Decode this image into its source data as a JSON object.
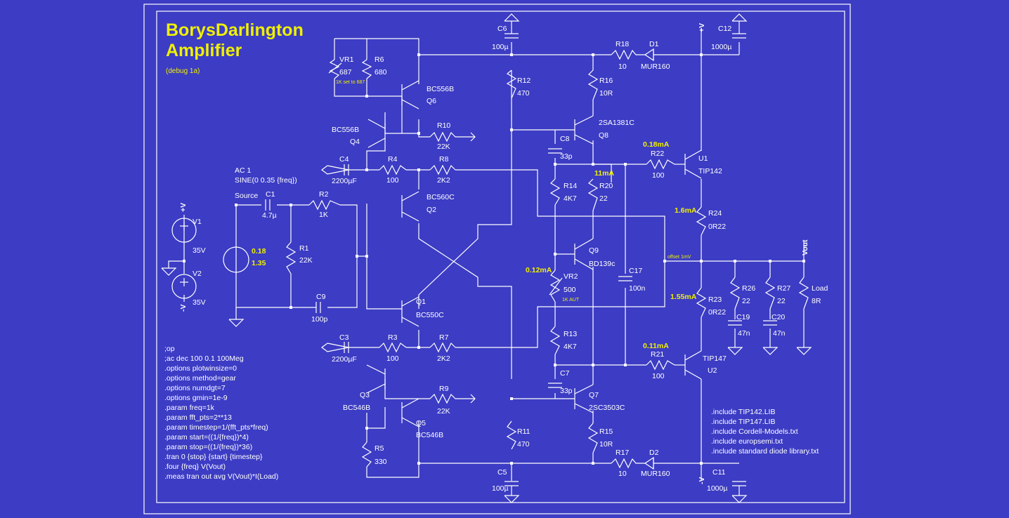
{
  "title_line1": "BorysDarlington",
  "title_line2": "Amplifier",
  "subtitle": "(debug 1a)",
  "source": {
    "name": "Source",
    "ac": "AC 1",
    "sine": "SINE(0 0.35 {freq})",
    "val1": "0.18",
    "val2": "1.35"
  },
  "supplies": [
    {
      "ref": "V1",
      "value": "35V",
      "net": "+V"
    },
    {
      "ref": "V2",
      "value": "35V",
      "net": "-V"
    }
  ],
  "nets": {
    "vout": "Vout",
    "vpos_top": "+V",
    "vneg_bot": "-V"
  },
  "resistors": [
    {
      "ref": "VR1",
      "value": "687"
    },
    {
      "ref": "R6",
      "value": "680"
    },
    {
      "ref": "R10",
      "value": "22K"
    },
    {
      "ref": "R4",
      "value": "100"
    },
    {
      "ref": "R8",
      "value": "2K2"
    },
    {
      "ref": "R2",
      "value": "1K"
    },
    {
      "ref": "R1",
      "value": "22K"
    },
    {
      "ref": "R12",
      "value": "470"
    },
    {
      "ref": "R16",
      "value": "10R"
    },
    {
      "ref": "R18",
      "value": "10"
    },
    {
      "ref": "R14",
      "value": "4K7"
    },
    {
      "ref": "R20",
      "value": "22"
    },
    {
      "ref": "R22",
      "value": "100"
    },
    {
      "ref": "R24",
      "value": "0R22"
    },
    {
      "ref": "VR2",
      "value": "500"
    },
    {
      "ref": "R13",
      "value": "4K7"
    },
    {
      "ref": "R23",
      "value": "0R22"
    },
    {
      "ref": "R26",
      "value": "22"
    },
    {
      "ref": "R27",
      "value": "22"
    },
    {
      "ref": "Load",
      "value": "8R"
    },
    {
      "ref": "R3",
      "value": "100"
    },
    {
      "ref": "R7",
      "value": "2K2"
    },
    {
      "ref": "R9",
      "value": "22K"
    },
    {
      "ref": "R5",
      "value": "330"
    },
    {
      "ref": "R11",
      "value": "470"
    },
    {
      "ref": "R15",
      "value": "10R"
    },
    {
      "ref": "R17",
      "value": "10"
    },
    {
      "ref": "R21",
      "value": "100"
    }
  ],
  "capacitors": [
    {
      "ref": "C6",
      "value": "100µ"
    },
    {
      "ref": "C12",
      "value": "1000µ"
    },
    {
      "ref": "C4",
      "value": "2200µF"
    },
    {
      "ref": "C1",
      "value": "4.7µ"
    },
    {
      "ref": "C8",
      "value": "33p"
    },
    {
      "ref": "C17",
      "value": "100n"
    },
    {
      "ref": "C9",
      "value": "100p"
    },
    {
      "ref": "C19",
      "value": "47n"
    },
    {
      "ref": "C20",
      "value": "47n"
    },
    {
      "ref": "C3",
      "value": "2200µF"
    },
    {
      "ref": "C7",
      "value": "33p"
    },
    {
      "ref": "C5",
      "value": "100µ"
    },
    {
      "ref": "C11",
      "value": "1000µ"
    }
  ],
  "transistors": [
    {
      "ref": "Q6",
      "part": "BC556B"
    },
    {
      "ref": "Q4",
      "part": "BC556B"
    },
    {
      "ref": "Q2",
      "part": "BC560C"
    },
    {
      "ref": "Q1",
      "part": "BC550C"
    },
    {
      "ref": "Q8",
      "part": "2SA1381C"
    },
    {
      "ref": "Q9",
      "part": "BD139c"
    },
    {
      "ref": "Q7",
      "part": "2SC3503C"
    },
    {
      "ref": "U1",
      "part": "TIP142"
    },
    {
      "ref": "U2",
      "part": "TIP147"
    },
    {
      "ref": "Q3",
      "part": "BC546B"
    },
    {
      "ref": "Q5",
      "part": "BC546B"
    }
  ],
  "diodes": [
    {
      "ref": "D1",
      "part": "MUR160"
    },
    {
      "ref": "D2",
      "part": "MUR160"
    }
  ],
  "annotations": {
    "vr1_note": "1K set to 687",
    "vr2_note": "1K AUT",
    "offset": "offset 1mV",
    "i_q8": "0.18mA",
    "i_r20": "11mA",
    "i_r24": "1.6mA",
    "i_vr2": "0.12mA",
    "i_r23": "1.55mA",
    "i_q7": "0.11mA"
  },
  "spice_directives": [
    ";op",
    ";ac dec 100 0.1 100Meg",
    ".options plotwinsize=0",
    ".options method=gear",
    ".options numdgt=7",
    ".options gmin=1e-9",
    ".param freq=1k",
    ".param fft_pts=2**13",
    ".param timestep=1/(fft_pts*freq)",
    ".param start=((1/{freq})*4)",
    ".param stop=((1/{freq})*36)",
    ".tran 0 {stop} {start} {timestep}",
    ".four {freq} V(Vout)",
    ".meas tran out avg V(Vout)*I(Load)"
  ],
  "includes": [
    ".include TIP142.LIB",
    ".include TIP147.LIB",
    ".include Cordell-Models.txt",
    ".include europsemi.txt",
    ".include standard diode library.txt"
  ],
  "colors": {
    "background": "#3c3cc4",
    "wire": "#ffffff",
    "highlight": "#f0f000"
  }
}
